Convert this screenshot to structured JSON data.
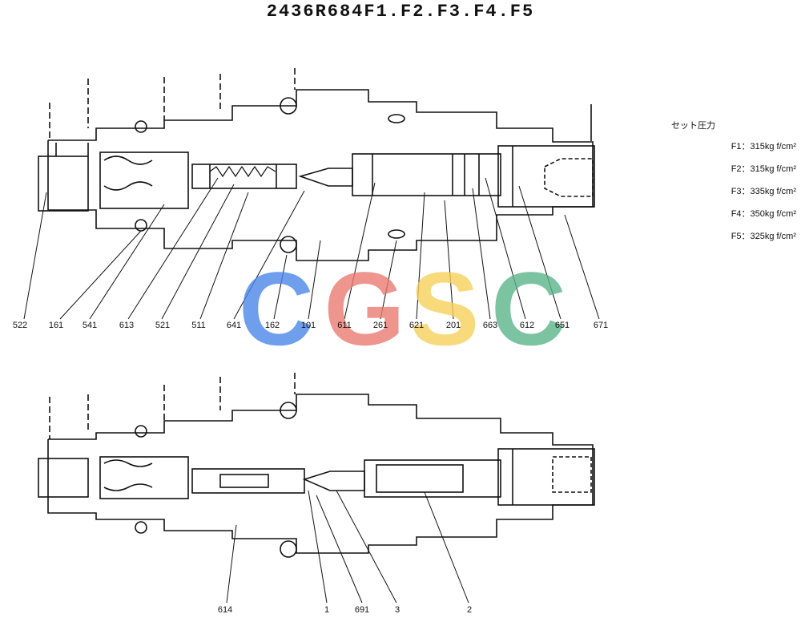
{
  "title": "2436R684F1.F2.F3.F4.F5",
  "legend": {
    "heading": "セット圧力",
    "items": [
      "F1：315kg f/cm²",
      "F2：315kg f/cm²",
      "F3：335kg f/cm²",
      "F4：350kg f/cm²",
      "F5：325kg f/cm²"
    ]
  },
  "watermark": {
    "letters": [
      "C",
      "G",
      "S",
      "C"
    ],
    "colors": [
      "#4a86e8",
      "#ea7b73",
      "#f7d25c",
      "#5bb58a"
    ]
  },
  "top_labels": [
    "522",
    "161",
    "541",
    "613",
    "521",
    "511",
    "641",
    "162",
    "101",
    "611",
    "261",
    "621",
    "201",
    "663",
    "612",
    "651",
    "671"
  ],
  "bottom_labels": [
    "614",
    "1",
    "691",
    "3",
    "2"
  ]
}
